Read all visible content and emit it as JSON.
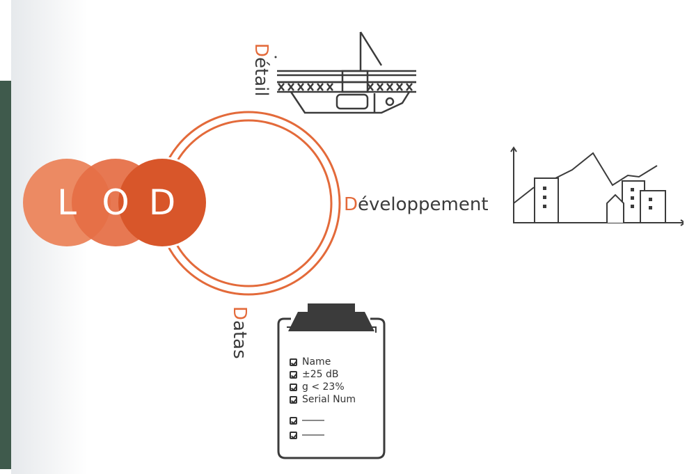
{
  "logo": {
    "letters": [
      "L",
      "O",
      "D"
    ]
  },
  "labels": {
    "detail": {
      "first": "D",
      "rest": "étail"
    },
    "development": {
      "first": "D",
      "rest": "éveloppement"
    },
    "datas": {
      "first": "D",
      "rest": "atas"
    }
  },
  "checklist": {
    "items": [
      "Name",
      "±25 dB",
      "g < 23%",
      "Serial Num"
    ]
  },
  "colors": {
    "accent": "#e36a3a",
    "accent_dark": "#d8562a",
    "ring": "#e36a3a",
    "ink": "#3b3b3b",
    "side_strip": "#3f5a4c"
  },
  "icons": {
    "detail": "bridge-section-icon",
    "development": "city-growth-chart-icon",
    "datas": "clipboard-checklist-icon"
  }
}
